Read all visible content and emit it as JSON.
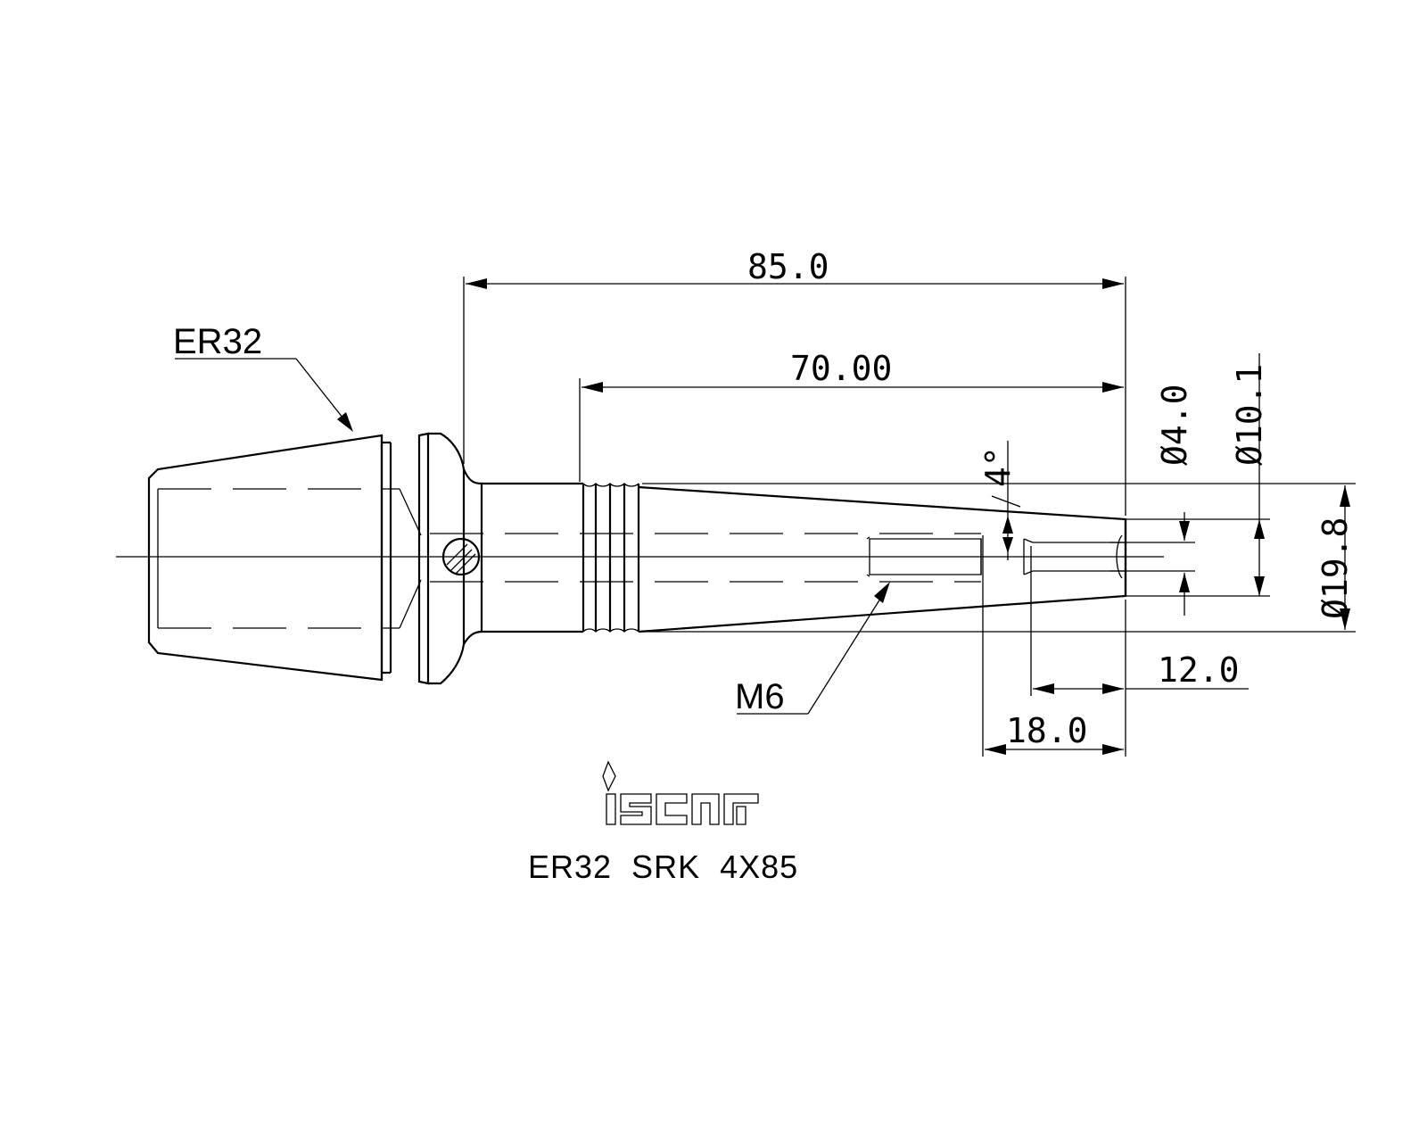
{
  "part": {
    "collet_label": "ER32",
    "thread_label": "M6",
    "brand": "iscar",
    "designation": "ER32  SRK  4X85"
  },
  "dimensions": {
    "overall_length": "85.0",
    "taper_length": "70.00",
    "bore_depth": "18.0",
    "tip_length": "12.0",
    "bore_diameter": "Ø4.0",
    "tip_diameter": "Ø10.1",
    "body_diameter": "Ø19.8",
    "taper_angle": "4°"
  }
}
